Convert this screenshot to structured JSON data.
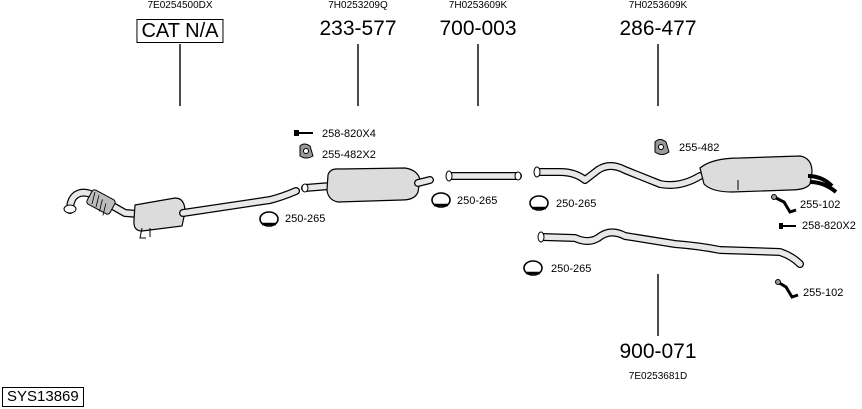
{
  "system_code": "SYS13869",
  "assemblies": [
    {
      "ref": "7E0254500DX",
      "number": "CAT N/A"
    },
    {
      "ref": "7H0253209Q",
      "number": "233-577"
    },
    {
      "ref": "7H0253609K",
      "number": "700-003"
    },
    {
      "ref": "7H0253609K",
      "number": "286-477"
    },
    {
      "ref": "7E0253681D",
      "number": "900-071"
    }
  ],
  "fittings": [
    {
      "label": "258-820X4",
      "icon": "bolt-icon"
    },
    {
      "label": "255-482X2",
      "icon": "rubber-hanger-icon"
    },
    {
      "label": "250-265",
      "icon": "pipe-clamp-icon"
    },
    {
      "label": "250-265",
      "icon": "pipe-clamp-icon"
    },
    {
      "label": "255-482",
      "icon": "rubber-hanger-icon"
    },
    {
      "label": "250-265",
      "icon": "pipe-clamp-icon"
    },
    {
      "label": "255-102",
      "icon": "bracket-icon"
    },
    {
      "label": "258-820X2",
      "icon": "bolt-icon"
    },
    {
      "label": "250-265",
      "icon": "pipe-clamp-icon"
    },
    {
      "label": "255-102",
      "icon": "bracket-icon"
    }
  ]
}
